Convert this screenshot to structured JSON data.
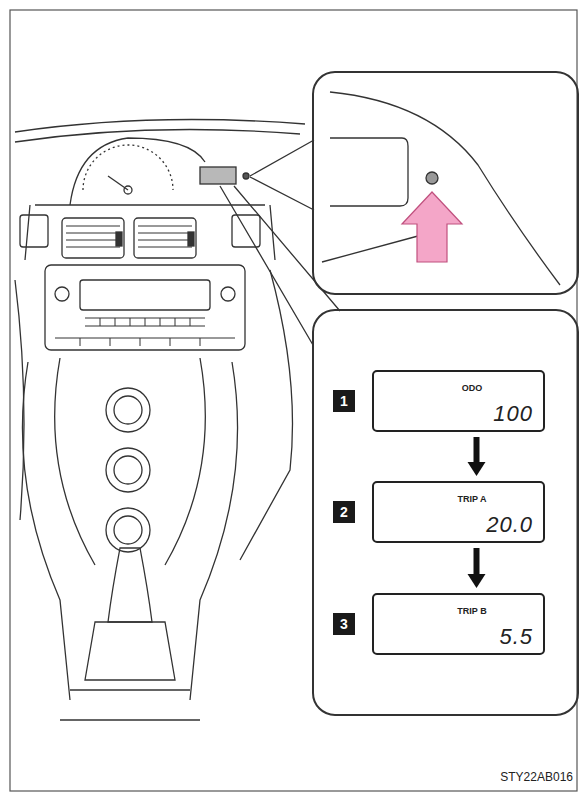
{
  "diagram": {
    "nodes": [
      {
        "text": [
          "ODO",
          "100"
        ]
      },
      {
        "text": [
          "TRIP A",
          "20.0"
        ]
      },
      {
        "text": [
          "TRIP B",
          "5.5"
        ]
      }
    ],
    "edges": [
      {
        "from": 0,
        "to": 1,
        "arrow": "to"
      },
      {
        "from": 1,
        "to": 2,
        "arrow": "to"
      }
    ],
    "labels": [
      "1",
      "2",
      "3",
      "STY22AB016"
    ]
  }
}
